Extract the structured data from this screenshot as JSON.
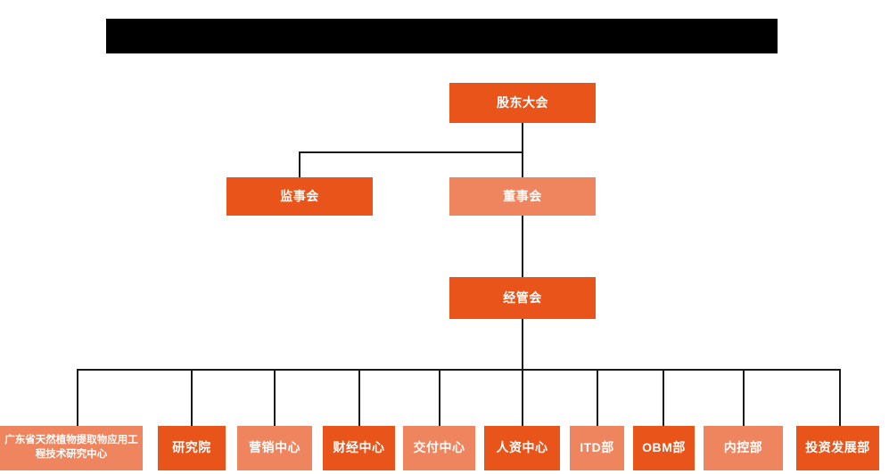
{
  "page": {
    "title_bar": {
      "name": "redacted-title-bar",
      "text": "",
      "color": "#000000"
    },
    "background": "#ffffff"
  },
  "theme": {
    "accent_dark": "#E8541A",
    "accent_light": "#EE855F",
    "connector_color": "#1a1a1a",
    "node_text_color": "#ffffff"
  },
  "org_chart": {
    "type": "hierarchy",
    "levels": [
      {
        "level": 1,
        "nodes": [
          {
            "id": "shareholders",
            "label": "股东大会",
            "tone": "dark"
          }
        ]
      },
      {
        "level": 2,
        "nodes": [
          {
            "id": "supervisors",
            "label": "监事会",
            "tone": "dark"
          },
          {
            "id": "directors",
            "label": "董事会",
            "tone": "light"
          }
        ]
      },
      {
        "level": 3,
        "nodes": [
          {
            "id": "management",
            "label": "经管会",
            "tone": "dark"
          }
        ]
      },
      {
        "level": 4,
        "nodes": [
          {
            "id": "research-center",
            "label": "广东省天然植物提取物应用工程技术研究中心",
            "tone": "light"
          },
          {
            "id": "institute",
            "label": "研究院",
            "tone": "dark"
          },
          {
            "id": "marketing-center",
            "label": "营销中心",
            "tone": "light"
          },
          {
            "id": "finance-center",
            "label": "财经中心",
            "tone": "dark"
          },
          {
            "id": "delivery-center",
            "label": "交付中心",
            "tone": "light"
          },
          {
            "id": "hr-center",
            "label": "人资中心",
            "tone": "dark"
          },
          {
            "id": "itd-dept",
            "label": "ITD部",
            "tone": "light"
          },
          {
            "id": "obm-dept",
            "label": "OBM部",
            "tone": "dark"
          },
          {
            "id": "internal-control-dept",
            "label": "内控部",
            "tone": "light"
          },
          {
            "id": "investment-dev-dept",
            "label": "投资发展部",
            "tone": "dark"
          }
        ]
      }
    ],
    "edges": [
      {
        "from": "shareholders",
        "to": "supervisors"
      },
      {
        "from": "shareholders",
        "to": "directors"
      },
      {
        "from": "directors",
        "to": "management"
      },
      {
        "from": "management",
        "to": "research-center"
      },
      {
        "from": "management",
        "to": "institute"
      },
      {
        "from": "management",
        "to": "marketing-center"
      },
      {
        "from": "management",
        "to": "finance-center"
      },
      {
        "from": "management",
        "to": "delivery-center"
      },
      {
        "from": "management",
        "to": "hr-center"
      },
      {
        "from": "management",
        "to": "itd-dept"
      },
      {
        "from": "management",
        "to": "obm-dept"
      },
      {
        "from": "management",
        "to": "internal-control-dept"
      },
      {
        "from": "management",
        "to": "investment-dev-dept"
      }
    ]
  }
}
